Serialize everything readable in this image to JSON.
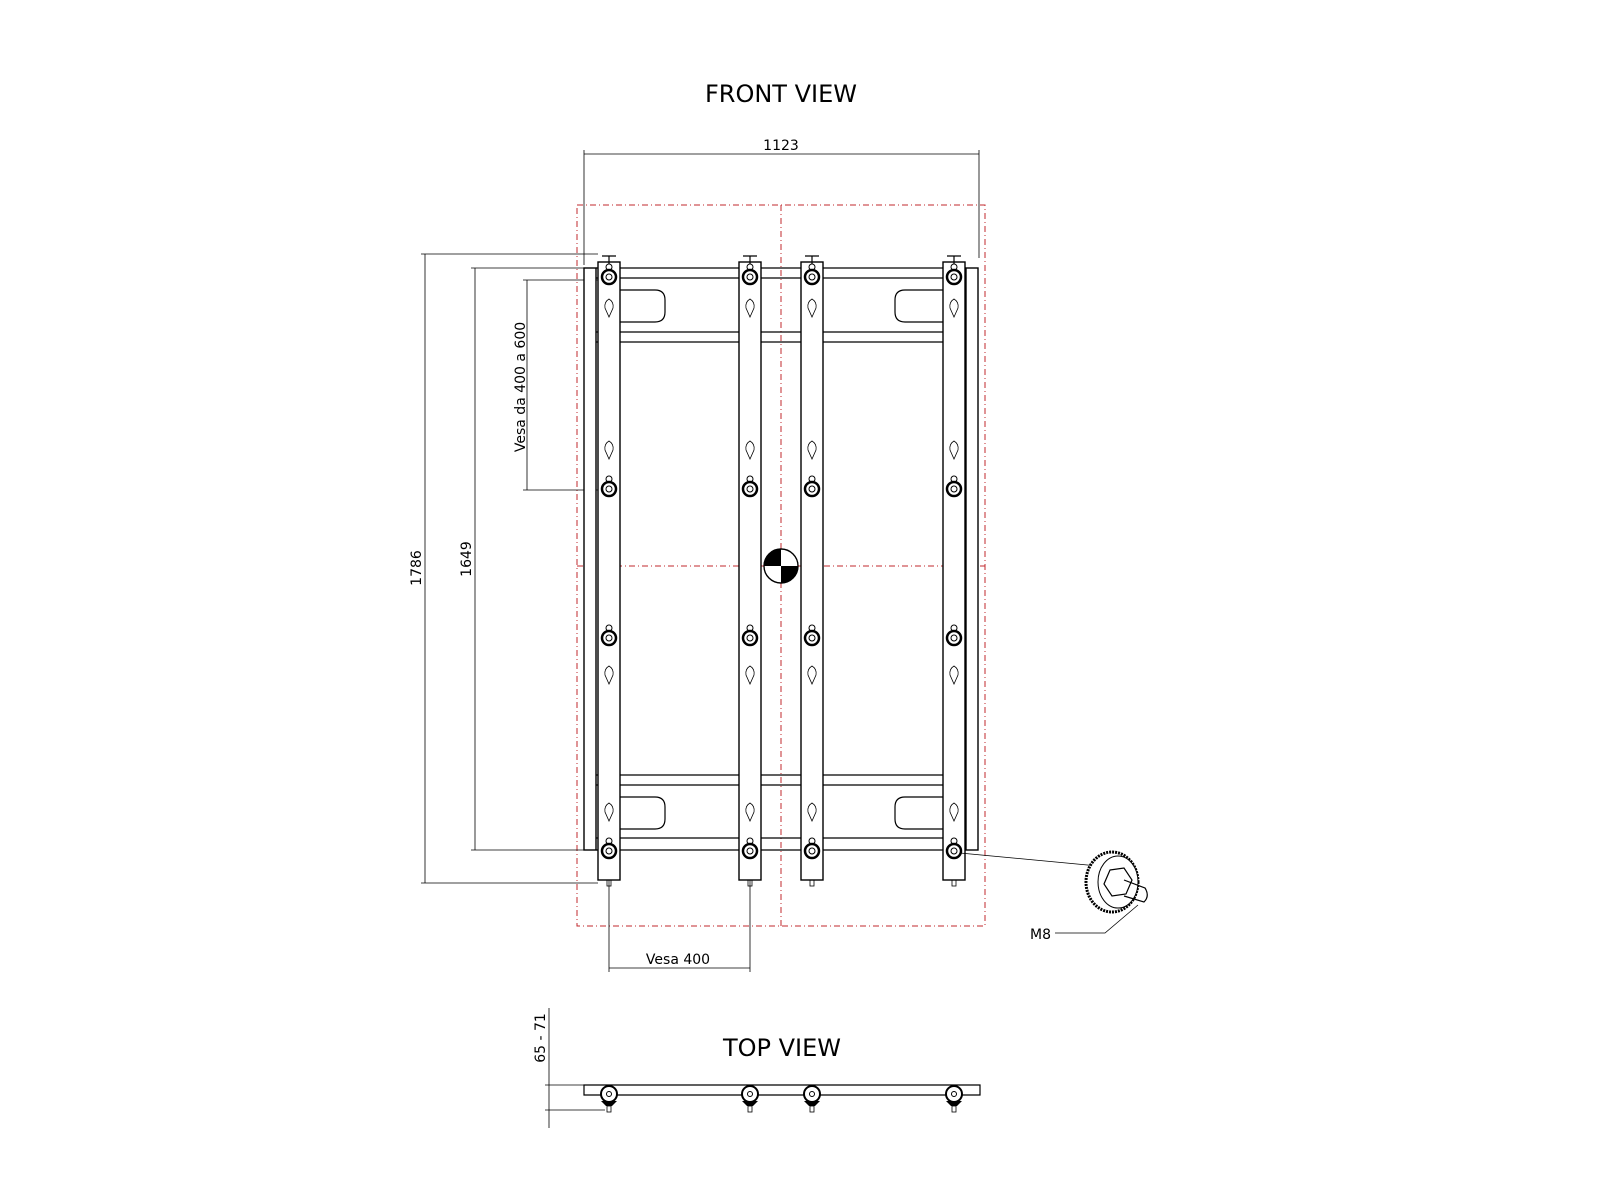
{
  "titles": {
    "front": "FRONT VIEW",
    "top": "TOP VIEW"
  },
  "dimensions": {
    "width": "1123",
    "height_total": "1786",
    "height_rails": "1649",
    "vesa_vertical": "Vesa da 400 a 600",
    "vesa_horizontal": "Vesa 400",
    "depth": "65 - 71"
  },
  "callout": {
    "bolt": "M8"
  },
  "colors": {
    "line": "#000000",
    "centerline": "#c0282d"
  }
}
